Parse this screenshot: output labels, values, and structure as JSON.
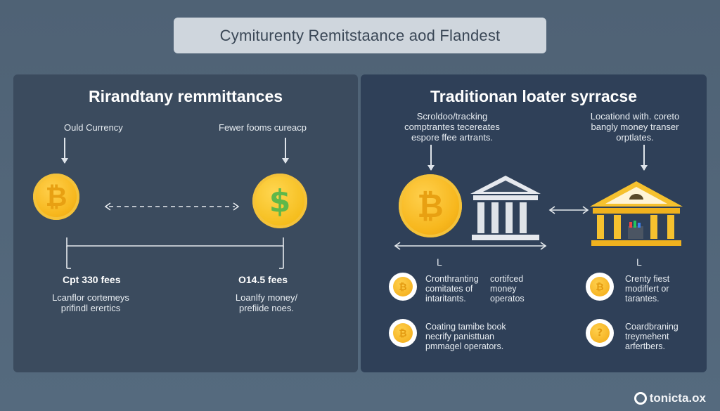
{
  "title": "Cymiturenty Remitstaance aod Flandest",
  "left_panel": {
    "title": "Rirandtany remmittances",
    "label_left": "Ould Currency",
    "label_right": "Fewer fooms cureacp",
    "fee_left": "Cpt 330 fees",
    "fee_right": "O14.5 fees",
    "desc_left": "Lcanflor cortemeys\nprifindl erertics",
    "desc_right": "Loanlfy money/\nprefiide noes."
  },
  "right_panel": {
    "title": "Traditionan loater syrracse",
    "label_left": "Scroldoo/tracking\ncomptrantes tecereates\nespore ffee artrants.",
    "label_right": "Locationd with. coreto\nbangly money transer\norptlates.",
    "marker_left": "L",
    "marker_right": "L",
    "items": [
      {
        "text_a": "Cronthranting\ncomitates of\nintaritants.",
        "text_b": "cortifced\nmoney\noperatos"
      },
      {
        "text_a": "Coating tamibe book\nnecrify panisttuan\npmmagel operators.",
        "text_b": ""
      },
      {
        "text_a": "Crenty fiest\nmodiflert or\ntarantes.",
        "text_b": ""
      },
      {
        "text_a": "Coardbraning\ntreymehent\narfertbers.",
        "text_b": ""
      }
    ]
  },
  "watermark": "tonicta.ox",
  "colors": {
    "coin": "#f7b71d",
    "dollar": "#5fb84a",
    "left_panel": "#3b4b5e",
    "right_panel": "#2f4058"
  }
}
